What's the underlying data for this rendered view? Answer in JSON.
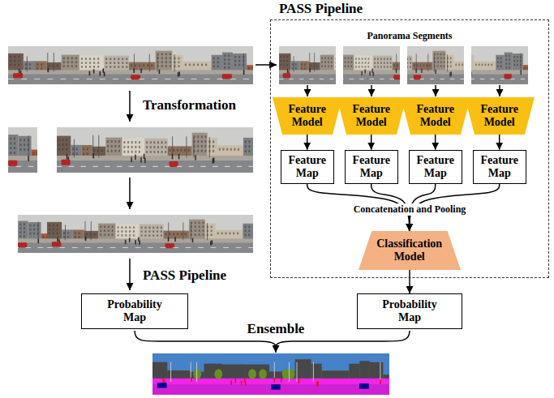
{
  "diagram": {
    "nodes": [
      {
        "text": [
          "PASS Pipeline"
        ]
      },
      {
        "text": [
          "Feature Model"
        ],
        "in": 0
      },
      {
        "text": [
          "Feature Model"
        ],
        "in": 0
      },
      {
        "text": [
          "Feature Model"
        ],
        "in": 0
      },
      {
        "text": [
          "Feature Model"
        ],
        "in": 0
      },
      {
        "text": [
          "Feature Map"
        ],
        "in": 0
      },
      {
        "text": [
          "Feature Map"
        ],
        "in": 0
      },
      {
        "text": [
          "Feature Map"
        ],
        "in": 0
      },
      {
        "text": [
          "Feature Map"
        ],
        "in": 0
      },
      {
        "text": [
          "Classification Model"
        ],
        "in": 0
      },
      {
        "text": [
          "Probability Map"
        ]
      },
      {
        "text": [
          "Probability Map"
        ]
      }
    ],
    "edges": [
      {
        "from": 1,
        "to": 5,
        "arrow": "to"
      },
      {
        "from": 2,
        "to": 6,
        "arrow": "to"
      },
      {
        "from": 3,
        "to": 7,
        "arrow": "to"
      },
      {
        "from": 4,
        "to": 8,
        "arrow": "to"
      },
      {
        "from": 5,
        "to": 9,
        "arrow": "to"
      },
      {
        "from": 6,
        "to": 9,
        "arrow": "to"
      },
      {
        "from": 7,
        "to": 9,
        "arrow": "to"
      },
      {
        "from": 8,
        "to": 9,
        "arrow": "to"
      },
      {
        "from": 9,
        "to": 11,
        "arrow": "to"
      }
    ],
    "labels": [
      "Transformation",
      "Panorama Segments",
      "Concatenation and Pooling",
      "PASS Pipeline",
      "Ensemble"
    ]
  }
}
